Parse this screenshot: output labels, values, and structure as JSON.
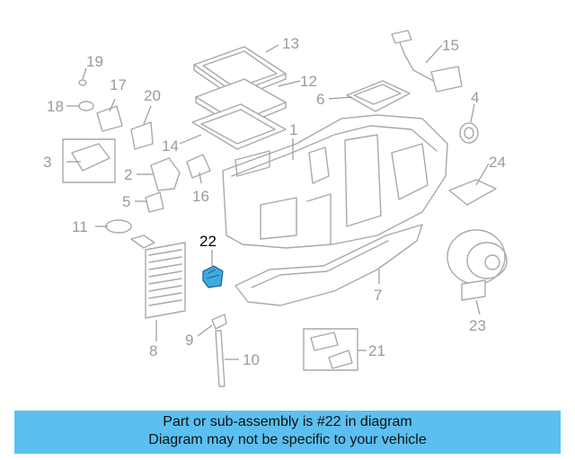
{
  "diagram": {
    "callouts": [
      "1",
      "2",
      "3",
      "4",
      "5",
      "6",
      "7",
      "8",
      "9",
      "10",
      "11",
      "12",
      "13",
      "14",
      "15",
      "16",
      "17",
      "18",
      "19",
      "20",
      "21",
      "22",
      "23",
      "24"
    ],
    "highlighted_part": "22",
    "highlight_color": "#3fa9e0"
  },
  "banner": {
    "line1": "Part or sub-assembly is #22 in diagram",
    "line2": "Diagram may not be specific to your vehicle",
    "background": "#5bc0f0"
  }
}
